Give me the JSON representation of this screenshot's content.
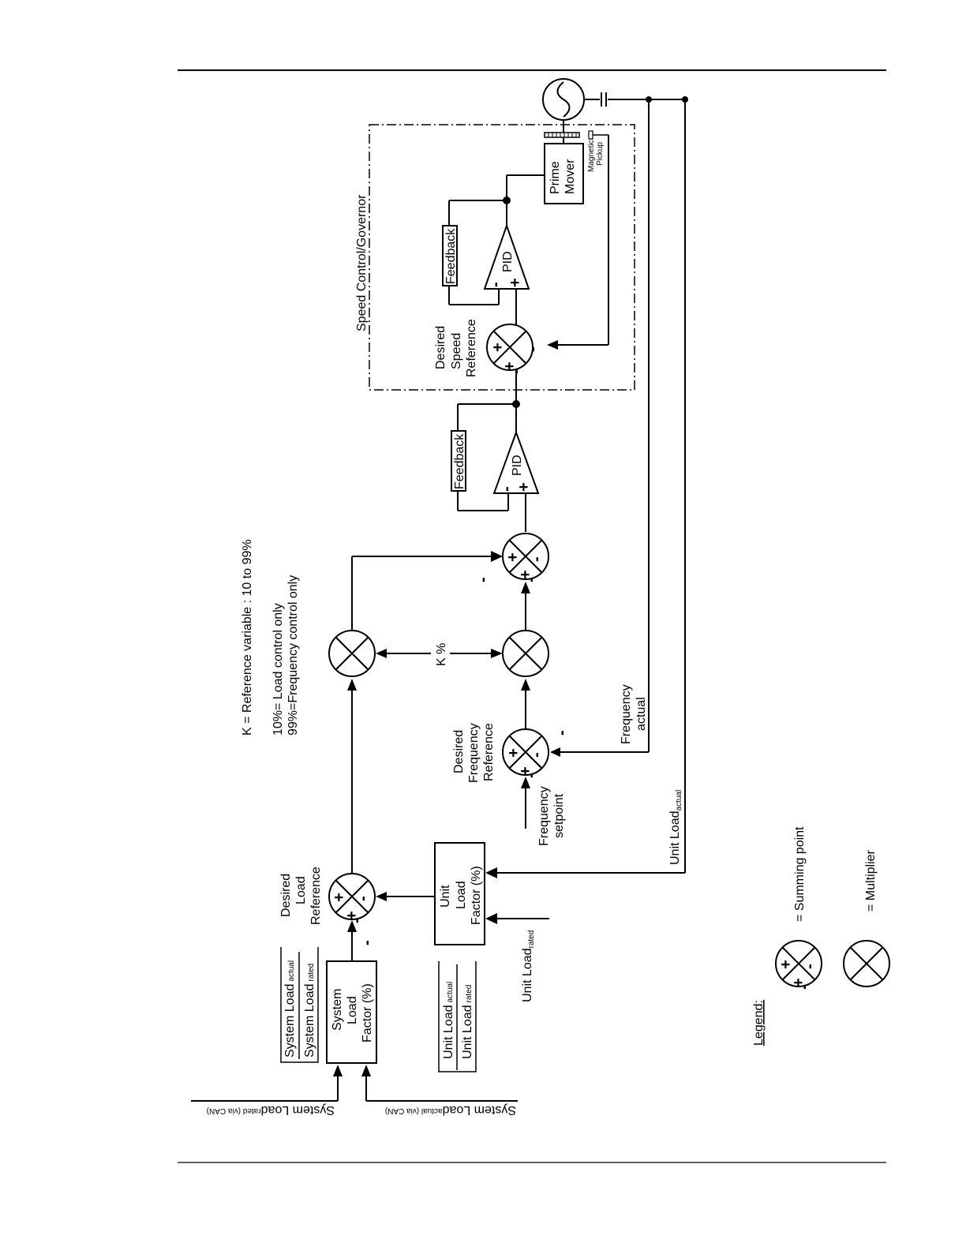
{
  "diagram": {
    "group_label": "Speed Control/Governor",
    "reference_note": "K = Reference variable : 10 to 99%",
    "note_load": "10%= Load control only",
    "note_freq": "99%=Frequency control only",
    "k_label": "K %",
    "blocks": {
      "pid": "PID",
      "feedback": "Feedback",
      "prime_mover": [
        "Prime",
        "Mover"
      ],
      "magnetic_pickup": [
        "Magnetic",
        "Pickup"
      ],
      "system_load_factor": [
        "System",
        "Load",
        "Factor (%)"
      ],
      "unit_load_factor": [
        "Unit",
        "Load",
        "Factor (%)"
      ]
    },
    "labels": {
      "desired_speed_reference": [
        "Desired",
        "Speed",
        "Reference"
      ],
      "desired_frequency_reference": [
        "Desired",
        "Frequency",
        "Reference"
      ],
      "desired_load_reference": [
        "Desired",
        "Load",
        "Reference"
      ],
      "frequency_actual": [
        "Frequency",
        "actual"
      ],
      "frequency_setpoint": [
        "Frequency",
        "setpoint"
      ],
      "unit_load_actual": "Unit Load",
      "unit_load_actual_sub": "actual",
      "unit_load_rated": "Unit Load",
      "unit_load_rated_sub": "rated",
      "system_load_rated_in": "System Load",
      "system_load_rated_in_sub": "rated (via CAN)",
      "system_load_actual_in": "System Load",
      "system_load_actual_in_sub": "actual (via CAN)"
    },
    "fractions": {
      "system_num": "System Load",
      "system_num_sub": "actual",
      "system_den": "System Load",
      "system_den_sub": "rated",
      "unit_num": "Unit Load",
      "unit_num_sub": "actual",
      "unit_den": "Unit Load",
      "unit_den_sub": "rated"
    },
    "signs": {
      "plus": "+",
      "minus": "-"
    },
    "legend": {
      "title": "Legend:",
      "summing": "= Summing point",
      "multiplier": "= Multiplier"
    }
  }
}
